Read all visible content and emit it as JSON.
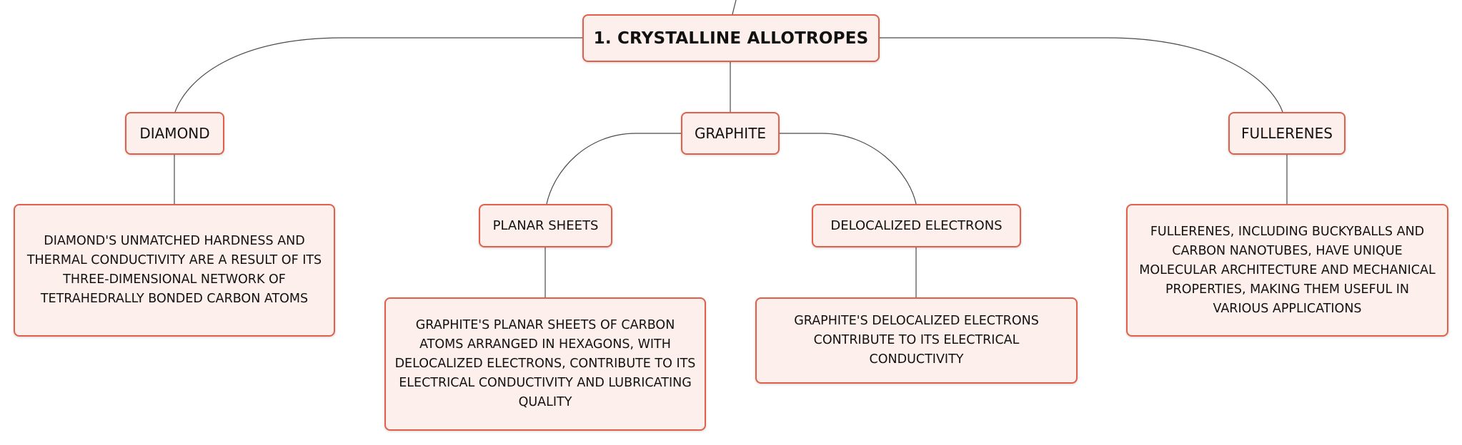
{
  "colors": {
    "node_fill": "#fdf0ec",
    "node_border": "#e0604c",
    "connector": "#4a4a4a",
    "text": "#111111"
  },
  "root": {
    "label": "1. CRYSTALLINE ALLOTROPES"
  },
  "topics": {
    "diamond": {
      "label": "DIAMOND",
      "detail": "DIAMOND'S UNMATCHED HARDNESS AND THERMAL CONDUCTIVITY ARE A RESULT OF ITS THREE-DIMENSIONAL NETWORK OF TETRAHEDRALLY BONDED CARBON ATOMS"
    },
    "graphite": {
      "label": "GRAPHITE",
      "planar_sheets": {
        "label": "PLANAR SHEETS",
        "detail": "GRAPHITE'S PLANAR SHEETS OF CARBON ATOMS ARRANGED IN HEXAGONS, WITH DELOCALIZED ELECTRONS, CONTRIBUTE TO ITS ELECTRICAL CONDUCTIVITY AND LUBRICATING QUALITY"
      },
      "delocalized_electrons": {
        "label": "DELOCALIZED ELECTRONS",
        "detail": "GRAPHITE'S DELOCALIZED ELECTRONS CONTRIBUTE TO ITS ELECTRICAL CONDUCTIVITY"
      }
    },
    "fullerenes": {
      "label": "FULLERENES",
      "detail": "FULLERENES, INCLUDING BUCKYBALLS AND CARBON NANOTUBES, HAVE UNIQUE MOLECULAR ARCHITECTURE AND MECHANICAL PROPERTIES, MAKING THEM USEFUL IN VARIOUS APPLICATIONS"
    }
  }
}
